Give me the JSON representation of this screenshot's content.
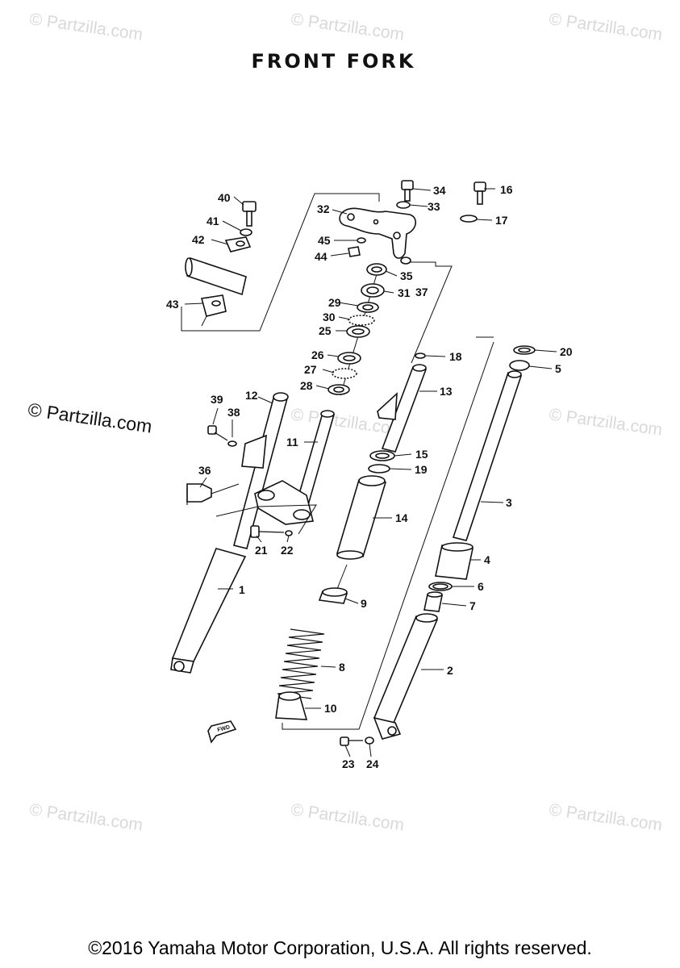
{
  "title": "FRONT FORK",
  "watermark_text": "© Partzilla.com",
  "copyright": "©2016 Yamaha Motor Corporation, U.S.A. All rights reserved.",
  "fwd_label": "FWD",
  "callouts": [
    {
      "id": "1",
      "label": "1"
    },
    {
      "id": "2",
      "label": "2"
    },
    {
      "id": "3",
      "label": "3"
    },
    {
      "id": "4",
      "label": "4"
    },
    {
      "id": "5",
      "label": "5"
    },
    {
      "id": "6",
      "label": "6"
    },
    {
      "id": "7",
      "label": "7"
    },
    {
      "id": "8",
      "label": "8"
    },
    {
      "id": "9",
      "label": "9"
    },
    {
      "id": "10",
      "label": "10"
    },
    {
      "id": "11",
      "label": "11"
    },
    {
      "id": "12",
      "label": "12"
    },
    {
      "id": "13",
      "label": "13"
    },
    {
      "id": "14",
      "label": "14"
    },
    {
      "id": "15",
      "label": "15"
    },
    {
      "id": "16",
      "label": "16"
    },
    {
      "id": "17",
      "label": "17"
    },
    {
      "id": "18",
      "label": "18"
    },
    {
      "id": "19",
      "label": "19"
    },
    {
      "id": "20",
      "label": "20"
    },
    {
      "id": "21",
      "label": "21"
    },
    {
      "id": "22",
      "label": "22"
    },
    {
      "id": "23",
      "label": "23"
    },
    {
      "id": "24",
      "label": "24"
    },
    {
      "id": "25",
      "label": "25"
    },
    {
      "id": "26",
      "label": "26"
    },
    {
      "id": "27",
      "label": "27"
    },
    {
      "id": "28",
      "label": "28"
    },
    {
      "id": "29",
      "label": "29"
    },
    {
      "id": "30",
      "label": "30"
    },
    {
      "id": "31",
      "label": "31"
    },
    {
      "id": "32",
      "label": "32"
    },
    {
      "id": "33",
      "label": "33"
    },
    {
      "id": "34",
      "label": "34"
    },
    {
      "id": "35",
      "label": "35"
    },
    {
      "id": "36",
      "label": "36"
    },
    {
      "id": "37",
      "label": "37"
    },
    {
      "id": "38",
      "label": "38"
    },
    {
      "id": "39",
      "label": "39"
    },
    {
      "id": "40",
      "label": "40"
    },
    {
      "id": "41",
      "label": "41"
    },
    {
      "id": "42",
      "label": "42"
    },
    {
      "id": "43",
      "label": "43"
    },
    {
      "id": "44",
      "label": "44"
    },
    {
      "id": "45",
      "label": "45"
    }
  ]
}
